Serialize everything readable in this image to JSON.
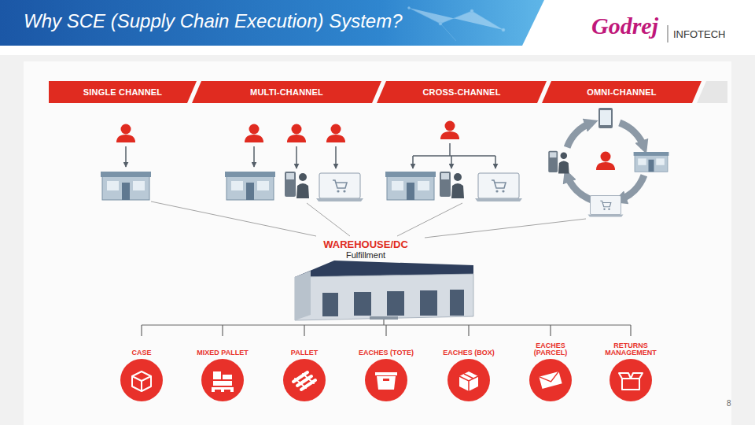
{
  "diagram": {
    "title": "Why SCE (Supply Chain Execution) System?",
    "nodes": [
      {
        "text": [
          "SINGLE CHANNEL"
        ]
      },
      {
        "text": [
          "MULTI-CHANNEL"
        ]
      },
      {
        "text": [
          "CROSS-CHANNEL"
        ]
      },
      {
        "text": [
          "OMNI-CHANNEL"
        ]
      },
      {
        "text": [
          "CASE"
        ]
      },
      {
        "text": [
          "MIXED PALLET"
        ]
      },
      {
        "text": [
          "PALLET"
        ]
      },
      {
        "text": [
          "EACHES (TOTE)"
        ]
      },
      {
        "text": [
          "EACHES (BOX)"
        ]
      },
      {
        "text": [
          "EACHES (PARCEL)"
        ]
      },
      {
        "text": [
          "RETURNS MANAGEMENT"
        ]
      }
    ],
    "labels": [
      "Godrej",
      "INFOTECH",
      "WAREHOUSE/DC",
      "Fulfillment",
      "8"
    ]
  }
}
